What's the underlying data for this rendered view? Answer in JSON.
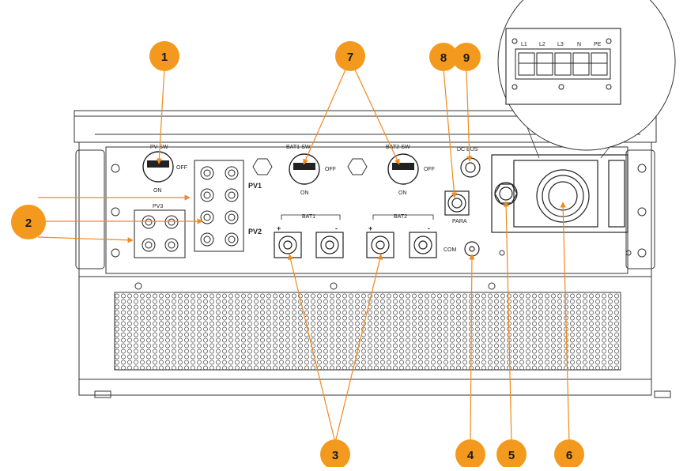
{
  "labels": {
    "pv_sw": "PV SW",
    "pv1": "PV1",
    "pv2": "PV2",
    "pv3": "PV3",
    "bat1_sw": "BAT1-SW",
    "bat2_sw": "BAT2-SW",
    "bat1": "BAT1",
    "bat2": "BAT2",
    "dc_bus": "DC BUS",
    "para": "PARA",
    "com": "COM",
    "off": "OFF",
    "on": "ON",
    "plus": "+",
    "minus": "-"
  },
  "terminal_labels": [
    "L1",
    "L2",
    "L3",
    "N",
    "PE"
  ],
  "callouts": [
    "1",
    "2",
    "3",
    "4",
    "5",
    "6",
    "7",
    "8",
    "9"
  ],
  "colors": {
    "callout": "#f39a1e",
    "line": "#f08a1a",
    "drawing": "#333333"
  }
}
